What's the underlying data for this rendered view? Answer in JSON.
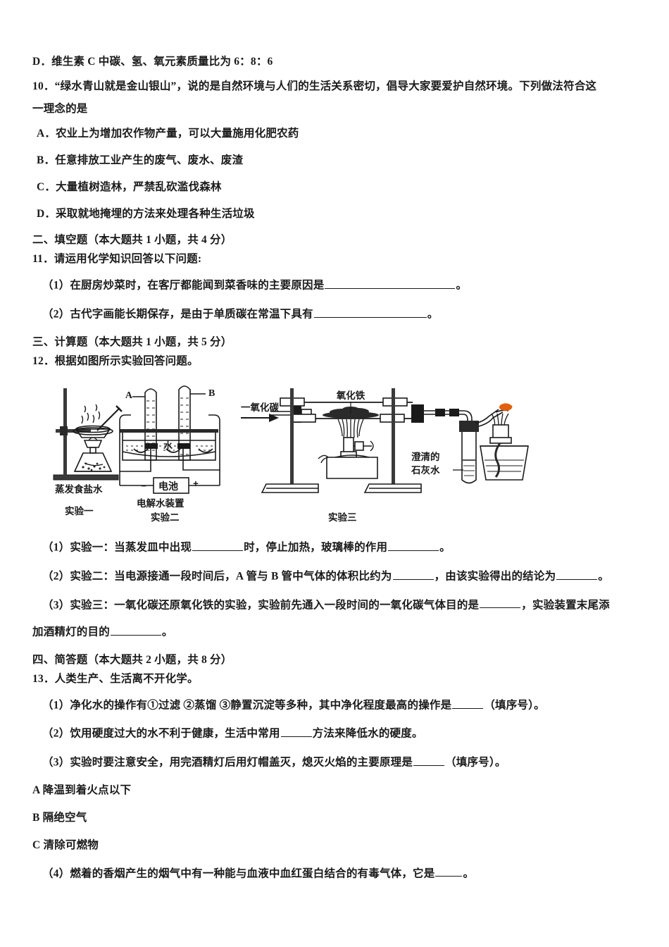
{
  "document": {
    "type": "chemistry-exam-paper",
    "language": "zh-CN"
  },
  "question_9": {
    "option_d": "D．维生素 C 中碳、氢、氧元素质量比为 6：8：6"
  },
  "question_10": {
    "stem_line1": "10．“绿水青山就是金山银山”，说的是自然环境与人们的生活关系密切，倡导大家要爱护自然环境。下列做法符合这",
    "stem_line2": "一理念的是",
    "options": [
      "A．农业上为增加农作物产量，可以大量施用化肥农药",
      "B．任意排放工业产生的废气、废水、废渣",
      "C．大量植树造林，严禁乱砍滥伐森林",
      "D．采取就地掩埋的方法来处理各种生活垃圾"
    ]
  },
  "section_2": {
    "header": "二、填空题（本大题共 1 小题，共 4 分）",
    "question_11_stem": "11．请运用化学知识回答以下问题:",
    "sub_1_pre": "（1）在厨房炒菜时，在客厅都能闻到菜香味的主要原因是",
    "sub_1_post": "。",
    "sub_2_pre": "（2）古代字画能长期保存，是由于单质碳在常温下具有",
    "sub_2_post": "。"
  },
  "section_3": {
    "header": "三、计算题（本大题共 1 小题，共 5 分）",
    "question_12_stem": "12．根据如图所示实验回答问题。",
    "sub_1_a": "（1）实验一：当蒸发皿中出现",
    "sub_1_b": "时，停止加热，玻璃棒的作用",
    "sub_1_c": "。",
    "sub_2_a": "（2）实验二：当电源接通一段时间后，A 管与 B 管中气体的体积比约为",
    "sub_2_b": "，由该实验得出的结论为",
    "sub_2_c": "。",
    "sub_3_a": "（3）实验三：一氧化碳还原氧化铁的实验，实验前先通入一段时间的一氧化碳气体目的是",
    "sub_3_b": "，实验装置末尾添",
    "sub_3_c": "加酒精灯的目的",
    "sub_3_d": "。"
  },
  "figure": {
    "exp1": {
      "device_label": "蒸发食盐水",
      "caption": "实验一"
    },
    "exp2": {
      "tube_a_label": "A",
      "tube_b_label": "B",
      "water_label": "水",
      "battery_label": "电池",
      "minus_label": "−",
      "plus_label": "+",
      "device_label": "电解水装置",
      "caption": "实验二"
    },
    "exp3": {
      "inlet_label": "一氧化碳",
      "iron_oxide_label": "氧化铁",
      "limewater_label_line1": "澄清的",
      "limewater_label_line2": "石灰水",
      "caption": "实验三",
      "flame_color": "#E0600E"
    }
  },
  "section_4": {
    "header": "四、简答题（本大题共 2 小题，共 8 分）",
    "question_13_stem": "13．人类生产、生活离不开化学。",
    "sub_1_a": "（1）净化水的操作有①过滤 ②蒸馏 ③静置沉淀等多种，其中净化程度最高的操作是",
    "sub_1_b": "（填序号）。",
    "sub_2_a": "（2）饮用硬度过大的水不利于健康，生活中常用",
    "sub_2_b": "方法来降低水的硬度。",
    "sub_3_a": "（3）实验时要注意安全，用完酒精灯后用灯帽盖灭，熄灭火焰的主要原理是",
    "sub_3_b": "（填序号）。",
    "choices": [
      "A 降温到着火点以下",
      "B 隔绝空气",
      "C 清除可燃物"
    ],
    "sub_4_a": "（4）燃着的香烟产生的烟气中有一种能与血液中血红蛋白结合的有毒气体，它是",
    "sub_4_b": "。"
  }
}
